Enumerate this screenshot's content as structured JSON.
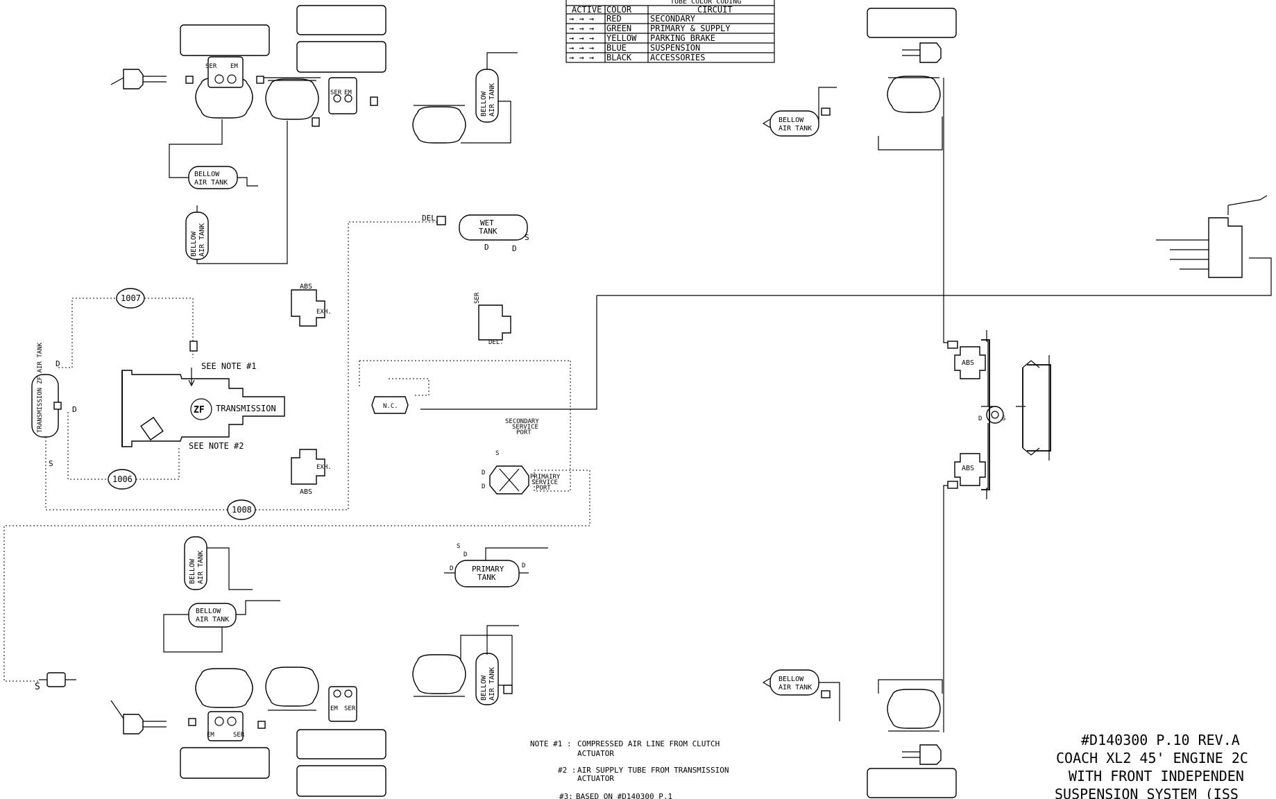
{
  "legend": {
    "header_partial": "TUBE COLOR CODING",
    "columns": [
      "ACTIVE",
      "COLOR",
      "CIRCUIT"
    ],
    "rows": [
      {
        "active": "→ → →",
        "color": "RED",
        "circuit": "SECONDARY"
      },
      {
        "active": "→ → →",
        "color": "GREEN",
        "circuit": "PRIMARY & SUPPLY"
      },
      {
        "active": "→ → →",
        "color": "YELLOW",
        "circuit": "PARKING BRAKE"
      },
      {
        "active": "→ → →",
        "color": "BLUE",
        "circuit": "SUSPENSION"
      },
      {
        "active": "→ → →",
        "color": "BLACK",
        "circuit": "ACCESSORIES"
      }
    ]
  },
  "tanks": {
    "bellow_air_tank": "BELLOW AIR TANK",
    "bellow_line1": "BELLOW",
    "bellow_line2": "AIR TANK",
    "wet_tank_line1": "WET",
    "wet_tank_line2": "TANK",
    "primary_tank_line1": "PRIMARY",
    "primary_tank_line2": "TANK",
    "zf_air_tank": "TRANSMISSION ZF AIR TANK"
  },
  "transmission": {
    "logo": "ZF",
    "label": "TRANSMISSION",
    "note_ref_1": "SEE NOTE #1",
    "note_ref_2": "SEE NOTE #2"
  },
  "circle_tags": [
    "1007",
    "1006",
    "1008"
  ],
  "port_labels": {
    "abs": "ABS",
    "exh": "EXH.",
    "del": "DEL",
    "del_dot": "DEL.",
    "ser": "SER",
    "em": "EM",
    "d": "D",
    "s": "S",
    "nc": "N.C.",
    "secondary_service_port": [
      "SECONDARY",
      "SERVICE",
      "PORT"
    ],
    "primary_service_port": [
      "PRIMAIRY",
      "SERVICE",
      "PORT"
    ]
  },
  "notes": [
    {
      "prefix": "NOTE #1 :",
      "line1": "COMPRESSED AIR LINE FROM CLUTCH",
      "line2": "ACTUATOR"
    },
    {
      "prefix": "#2 :",
      "line1": "AIR SUPPLY TUBE FROM TRANSMISSION",
      "line2": "ACTUATOR"
    },
    {
      "prefix": "#3:",
      "line1": "BASED ON #D140300 P.1",
      "line2": ""
    }
  ],
  "title_block": {
    "line1": "#D140300 P.10   REV.A",
    "line2": "COACH XL2 45' ENGINE 2C",
    "line3": "WITH FRONT INDEPENDEN",
    "line4": "SUSPENSION SYSTEM (ISS"
  }
}
